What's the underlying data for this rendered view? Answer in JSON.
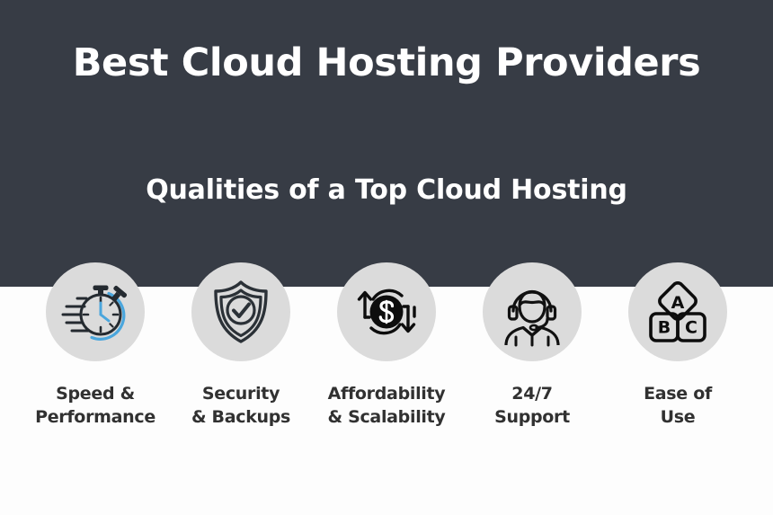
{
  "poster": {
    "title": "Best Cloud Hosting Providers",
    "subtitle": "Qualities of a Top Cloud Hosting",
    "colors": {
      "header_background": "#373c45",
      "page_background": "#fdfdfd",
      "badge_background": "#dbdbdb",
      "title_text": "#ffffff",
      "label_text": "#313131",
      "icon_stroke": "#1a1a1a",
      "icon_accent_blue": "#4aa6dd"
    }
  },
  "features": [
    {
      "icon": "stopwatch-speed-icon",
      "label": "Speed &\nPerformance",
      "line1": "Speed &",
      "line2": "Performance"
    },
    {
      "icon": "shield-check-icon",
      "label": "Security\n& Backups",
      "line1": "Security",
      "line2": "& Backups"
    },
    {
      "icon": "dollar-scalability-icon",
      "label": "Affordability\n& Scalability",
      "line1": "Affordability",
      "line2": "& Scalability"
    },
    {
      "icon": "headset-support-agent-icon",
      "label": "24/7\nSupport",
      "line1": "24/7",
      "line2": "Support"
    },
    {
      "icon": "abc-blocks-icon",
      "label": "Ease of\nUse",
      "line1": "Ease of",
      "line2": "Use"
    }
  ]
}
